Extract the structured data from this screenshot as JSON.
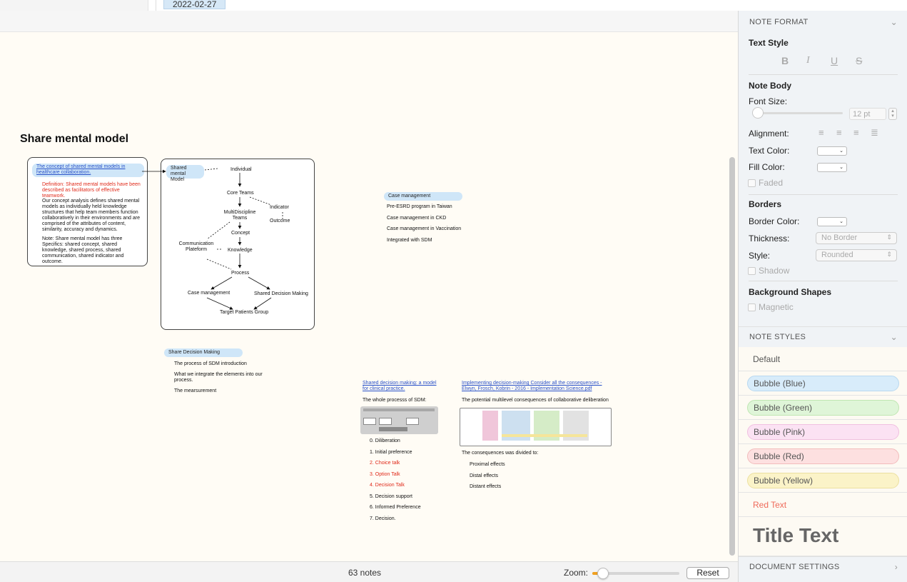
{
  "topbar": {
    "date": "2022-02-27"
  },
  "canvas": {
    "title": "Share mental model",
    "concept_note": {
      "link": "The concept of shared mental models in healthcare collaboration.",
      "definition": "Definition: Shared mental models have been described as facilitators of effective teamwork.",
      "analysis": "Our concept analysis defines shared mental models as individually held knowledge structures that help team members function collaboratively in their environments and are comprised of the attributes of content, similarity, accuracy and dynamics.",
      "note": "Note: Share mental model has three Specifics: shared concept, shared knowledge, shared process, shared communication, shared indicator and outcome."
    },
    "diagram": {
      "shared_mental_model": "Shared mental Model",
      "individual": "Individual",
      "core_teams": "Core Teams",
      "indicator": "Indicator",
      "multidiscipline": "MultiDiscipline Teams",
      "outcome": "Outcome",
      "concept": "Concept",
      "communication": "Communication Plateform",
      "knowledge": "Knowledge",
      "process": "Process",
      "case_management": "Case management",
      "shared_decision_making": "Shared Decision Making",
      "target": "Target Patients Group"
    },
    "case_management": {
      "title": "Case management",
      "items": [
        "Pre-ESRD program in Taiwan",
        "Case management in CKD",
        "Case management in Vaccination",
        "Integrated with SDM"
      ]
    },
    "share_decision": {
      "title": "Share Decision Making",
      "items": [
        "The process of SDM introduction",
        "What we integrate the elements into our process.",
        "The mearsurement"
      ]
    },
    "sdm_model": {
      "link": "Shared decision making: a model for clinical practice.",
      "subtitle": "The whole processs of SDM:",
      "steps": [
        {
          "text": "0. Diliberation",
          "red": false
        },
        {
          "text": "1. Initial preference",
          "red": false
        },
        {
          "text": "2. Choice talk",
          "red": true
        },
        {
          "text": "3. Option Talk",
          "red": true
        },
        {
          "text": "4. Decision Talk",
          "red": true
        },
        {
          "text": "5. Decision support",
          "red": false
        },
        {
          "text": "6. Informed Preference",
          "red": false
        },
        {
          "text": "7. Decision.",
          "red": false
        }
      ]
    },
    "implementing": {
      "link": "Implementing   decision-making Consider all the consequences - Elwyn, Frosch, Kobrin - 2016 - Implementation Science.pdf",
      "subtitle": "The potential multilevel consequences of collaborative deliberation",
      "divided": "The consequences was divided to:",
      "items": [
        "Proximal effects",
        "Distal effects",
        "Distant effects"
      ]
    }
  },
  "statusbar": {
    "count": "63 notes",
    "zoom_label": "Zoom:",
    "zoom_fraction": 0.12,
    "reset": "Reset"
  },
  "inspector": {
    "note_format": "NOTE FORMAT",
    "text_style": "Text Style",
    "bold": "B",
    "italic": "I",
    "underline": "U",
    "strike": "S",
    "note_body": "Note Body",
    "font_size": "Font Size:",
    "font_size_value": "12 pt",
    "alignment": "Alignment:",
    "text_color": "Text Color:",
    "fill_color": "Fill Color:",
    "faded": "Faded",
    "borders": "Borders",
    "border_color": "Border Color:",
    "thickness": "Thickness:",
    "thickness_value": "No Border",
    "style": "Style:",
    "style_value": "Rounded",
    "shadow": "Shadow",
    "background_shapes": "Background Shapes",
    "magnetic": "Magnetic",
    "note_styles": "NOTE STYLES",
    "styles": {
      "default": "Default",
      "blue": "Bubble (Blue)",
      "green": "Bubble (Green)",
      "pink": "Bubble (Pink)",
      "red": "Bubble (Red)",
      "yellow": "Bubble (Yellow)",
      "red_text": "Red Text",
      "title_text": "Title Text"
    },
    "document_settings": "DOCUMENT SETTINGS"
  },
  "colors": {
    "accent_orange": "#f0a020",
    "bubble_blue": "#d8ecfa",
    "bubble_green": "#dff5d8",
    "bubble_pink": "#fbe2f3",
    "bubble_red": "#fde0e0",
    "bubble_yellow": "#fbf3c8",
    "red_text": "#ef6a5a"
  }
}
